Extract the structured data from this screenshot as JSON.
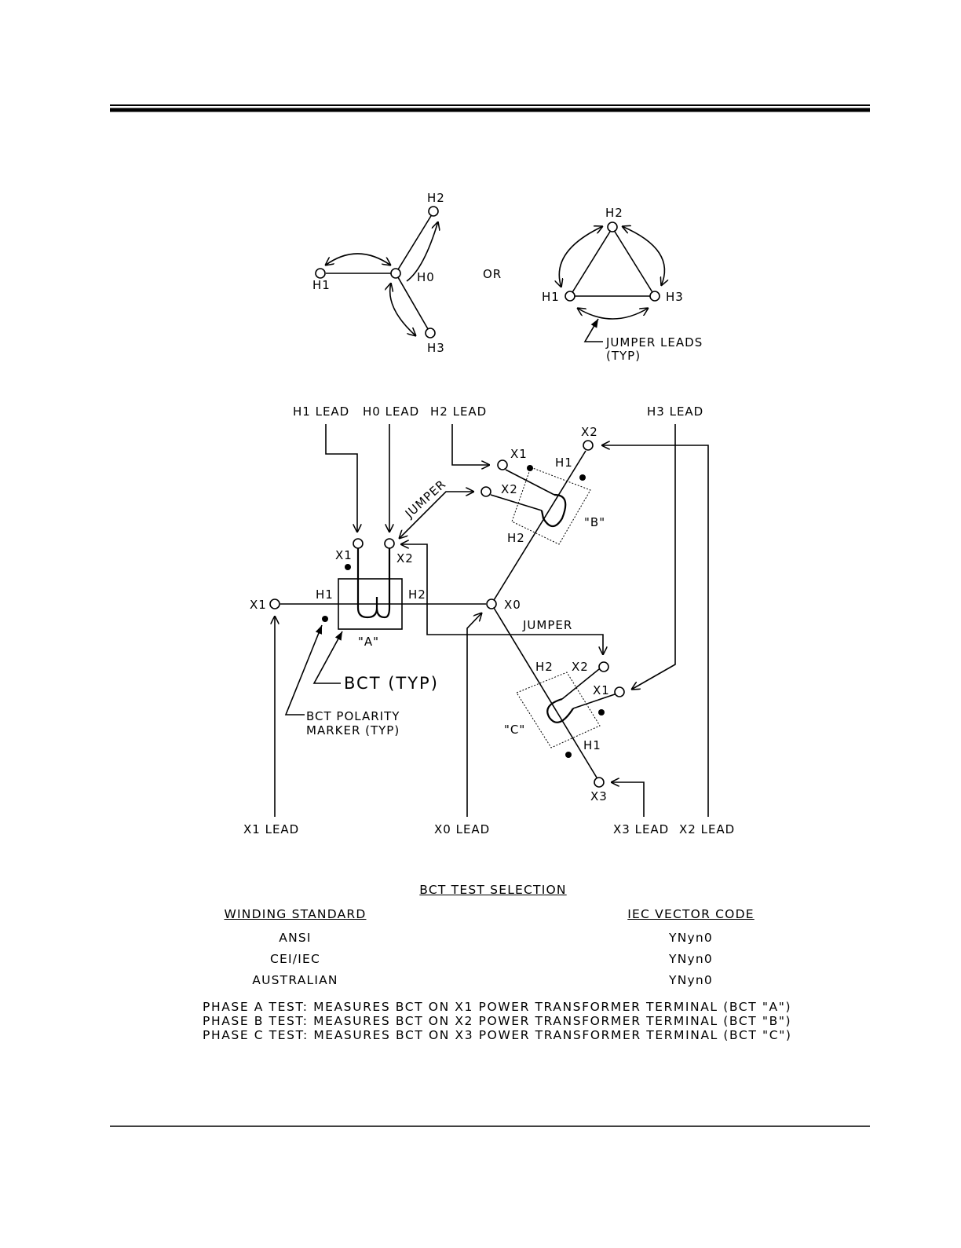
{
  "top_diagram": {
    "wye": {
      "h1": "H1",
      "h2": "H2",
      "h3": "H3",
      "h0": "H0"
    },
    "or_text": "OR",
    "delta": {
      "h1": "H1",
      "h2": "H2",
      "h3": "H3"
    },
    "jumper_leads": [
      "JUMPER LEADS",
      "(TYP)"
    ]
  },
  "main_diagram": {
    "leads_top": {
      "h1": "H1 LEAD",
      "h0": "H0 LEAD",
      "h2": "H2 LEAD",
      "h3": "H3 LEAD"
    },
    "leads_bottom": {
      "x1": "X1 LEAD",
      "x0": "X0 LEAD",
      "x3": "X3 LEAD",
      "x2": "X2 LEAD"
    },
    "jumper": "JUMPER",
    "bct_typ": "BCT (TYP)",
    "polarity_marker": [
      "BCT POLARITY",
      "MARKER (TYP)"
    ],
    "bct_a": {
      "name": "\"A\"",
      "x1": "X1",
      "x2": "X2",
      "h1": "H1",
      "h2": "H2"
    },
    "bct_b": {
      "name": "\"B\"",
      "x1": "X1",
      "x2": "X2",
      "h1": "H1",
      "h2": "H2"
    },
    "bct_c": {
      "name": "\"C\"",
      "x1": "X1",
      "x2": "X2",
      "h1": "H1",
      "h2": "H2"
    },
    "terminals": {
      "x0": "X0",
      "x1": "X1",
      "x2": "X2",
      "x3": "X3"
    }
  },
  "selection": {
    "title": "BCT TEST SELECTION",
    "col1": "WINDING STANDARD",
    "col2": "IEC VECTOR CODE",
    "rows": [
      {
        "standard": "ANSI",
        "code": "YNyn0"
      },
      {
        "standard": "CEI/IEC",
        "code": "YNyn0"
      },
      {
        "standard": "AUSTRALIAN",
        "code": "YNyn0"
      }
    ],
    "phase_notes": [
      "PHASE A TEST: MEASURES BCT ON X1 POWER TRANSFORMER TERMINAL (BCT \"A\")",
      "PHASE B TEST: MEASURES BCT ON X2 POWER TRANSFORMER TERMINAL (BCT \"B\")",
      "PHASE C TEST: MEASURES BCT ON X3 POWER TRANSFORMER TERMINAL (BCT \"C\")"
    ]
  }
}
